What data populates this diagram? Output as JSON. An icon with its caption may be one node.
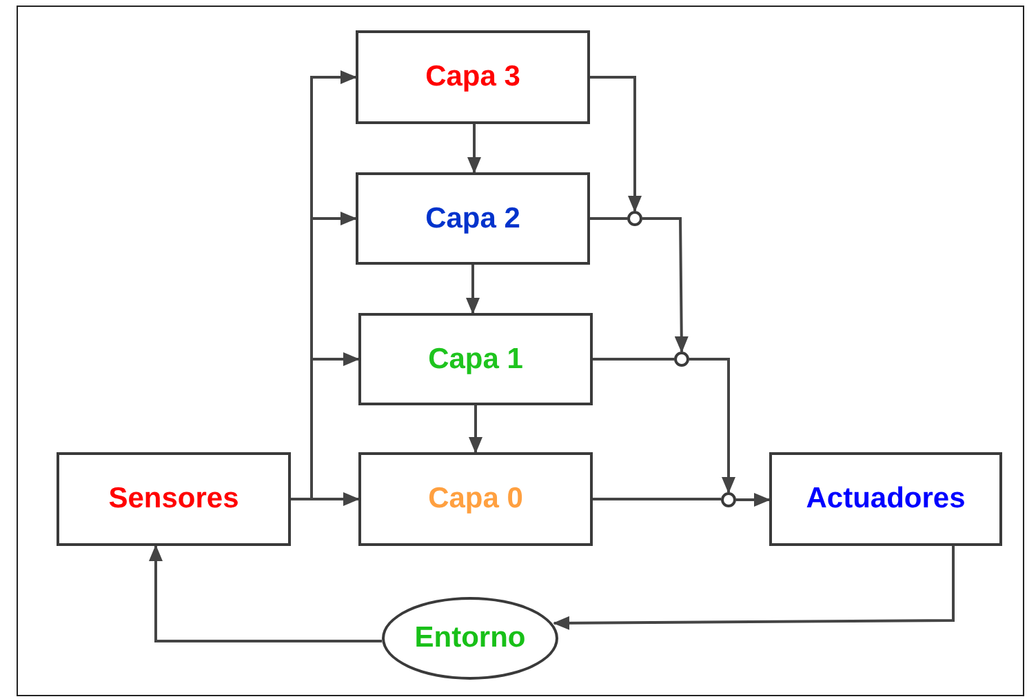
{
  "diagram": {
    "nodes": [
      {
        "text": [
          "Capa 3"
        ]
      },
      {
        "text": [
          "Capa 2"
        ]
      },
      {
        "text": [],
        "shape": "circle"
      },
      {
        "text": [
          "Capa 1"
        ]
      },
      {
        "text": [],
        "shape": "circle"
      },
      {
        "text": [
          "Sensores"
        ]
      },
      {
        "text": [
          "Capa 0"
        ]
      },
      {
        "text": [],
        "shape": "circle"
      },
      {
        "text": [
          "Actuadores"
        ]
      },
      {
        "text": [
          "Entorno"
        ]
      }
    ],
    "edges": [
      {
        "from": 5,
        "to": 6,
        "arrow": "to"
      },
      {
        "from": 5,
        "to": 3,
        "arrow": "to"
      },
      {
        "from": 5,
        "to": 1,
        "arrow": "to"
      },
      {
        "from": 5,
        "to": 0,
        "arrow": "to"
      },
      {
        "from": 0,
        "to": 1,
        "arrow": "to"
      },
      {
        "from": 1,
        "to": 3,
        "arrow": "to"
      },
      {
        "from": 3,
        "to": 6,
        "arrow": "to"
      },
      {
        "from": 0,
        "to": 2,
        "arrow": "to"
      },
      {
        "from": 1,
        "to": 2,
        "arrow": "none"
      },
      {
        "from": 2,
        "to": 4,
        "arrow": "to"
      },
      {
        "from": 3,
        "to": 4,
        "arrow": "none"
      },
      {
        "from": 4,
        "to": 7,
        "arrow": "to"
      },
      {
        "from": 6,
        "to": 7,
        "arrow": "none"
      },
      {
        "from": 7,
        "to": 8,
        "arrow": "to"
      },
      {
        "from": 8,
        "to": 9,
        "arrow": "to"
      },
      {
        "from": 9,
        "to": 5,
        "arrow": "to"
      }
    ]
  }
}
